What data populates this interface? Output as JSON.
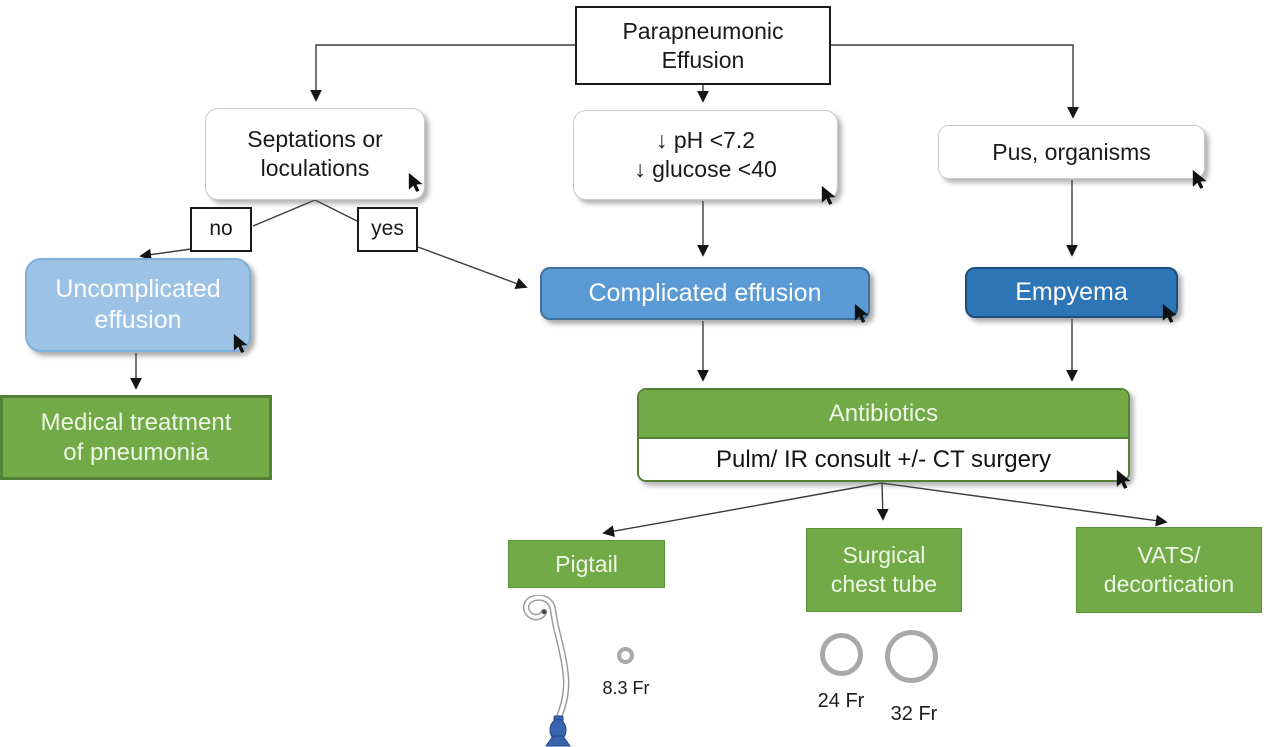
{
  "diagram": {
    "root": "Parapneumonic\nEffusion",
    "septations": "Septations or\nloculations",
    "ph": "↓ pH <7.2\n↓ glucose <40",
    "pus": "Pus, organisms",
    "no": "no",
    "yes": "yes",
    "uncomplicated": "Uncomplicated\neffusion",
    "complicated": "Complicated effusion",
    "empyema": "Empyema",
    "medical": "Medical treatment\nof pneumonia",
    "antibiotics": "Antibiotics",
    "consult": "Pulm/ IR consult +/- CT surgery",
    "pigtail": "Pigtail",
    "surgical_chest_tube": "Surgical\nchest tube",
    "vats": "VATS/\ndecortication"
  },
  "catheter_sizes": {
    "pigtail_fr": "8.3 Fr",
    "chest_tube_small": "24 Fr",
    "chest_tube_large": "32 Fr"
  },
  "colors": {
    "green": "#71aa47",
    "green_border": "#538135",
    "light_blue": "#9cc3e5",
    "mid_blue": "#5b9bd5",
    "dark_blue": "#2e75b6",
    "ring_gray": "#a8a8a8",
    "hub_blue": "#3a64ae"
  }
}
